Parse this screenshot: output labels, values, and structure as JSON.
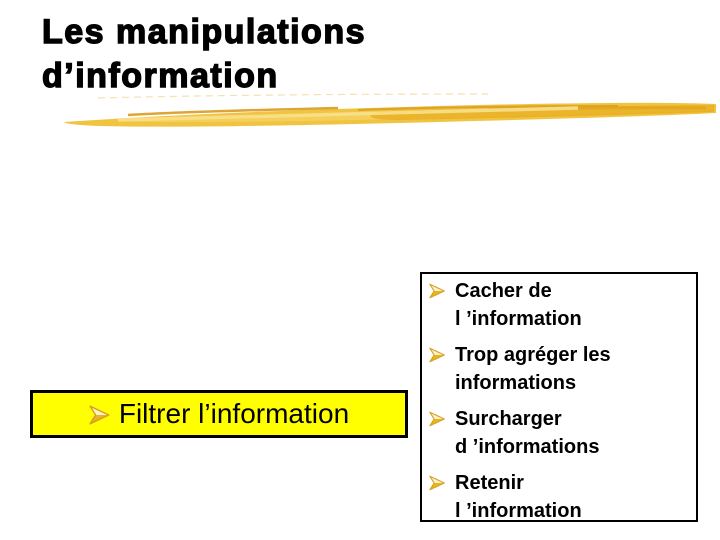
{
  "slide": {
    "title": "Les manipulations\nd’information"
  },
  "highlight_box": {
    "label": "Filtrer l’information"
  },
  "list_box": {
    "items": [
      {
        "label": "Cacher de\nl ’information"
      },
      {
        "label": "Trop agréger les\ninformations"
      },
      {
        "label": "Surcharger\nd ’informations"
      },
      {
        "label": "Retenir\nl ’information"
      }
    ]
  },
  "icons": {
    "bullet": "arrowhead-right-icon",
    "decoration": "brush-stroke"
  },
  "colors": {
    "background": "#FFFFFF",
    "title_text": "#000000",
    "body_text": "#000000",
    "highlight_bg": "#FFFF00",
    "box_border": "#000000",
    "bullet_gold": "#E9B227",
    "bullet_outline": "#D8A01E",
    "bullet_highlight": "#FCF3CE",
    "brush_gold": "#F0C341",
    "brush_dark": "#D89B20",
    "brush_light": "#F9E08C"
  }
}
